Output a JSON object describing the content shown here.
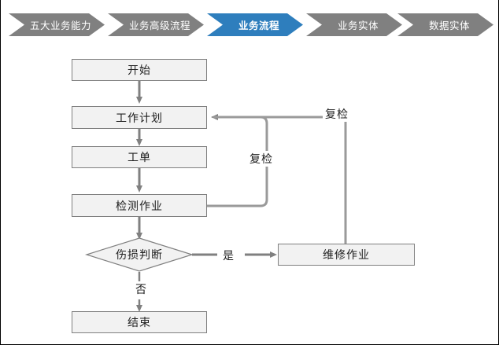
{
  "colors": {
    "crumb_inactive": "#808080",
    "crumb_active": "#2E7EBD",
    "node_fill": "#F2F2F2",
    "node_border": "#808080",
    "wire": "#808080",
    "text": "#202020",
    "crumb_text": "#FFFFFF"
  },
  "breadcrumb": {
    "items": [
      {
        "label": "五大业务能力",
        "active": false
      },
      {
        "label": "业务高级流程",
        "active": false
      },
      {
        "label": "业务流程",
        "active": true
      },
      {
        "label": "业务实体",
        "active": false
      },
      {
        "label": "数据实体",
        "active": false
      }
    ]
  },
  "flow": {
    "nodes": [
      {
        "id": "start",
        "label": "开始",
        "shape": "rect"
      },
      {
        "id": "plan",
        "label": "工作计划",
        "shape": "rect"
      },
      {
        "id": "order",
        "label": "工单",
        "shape": "rect"
      },
      {
        "id": "inspect",
        "label": "检测作业",
        "shape": "rect"
      },
      {
        "id": "decide",
        "label": "伤损判断",
        "shape": "diamond"
      },
      {
        "id": "repair",
        "label": "维修作业",
        "shape": "rect"
      },
      {
        "id": "end",
        "label": "结束",
        "shape": "rect"
      }
    ],
    "edge_labels": {
      "recheck_inner": "复检",
      "recheck_outer": "复检",
      "yes": "是",
      "no": "否"
    }
  }
}
